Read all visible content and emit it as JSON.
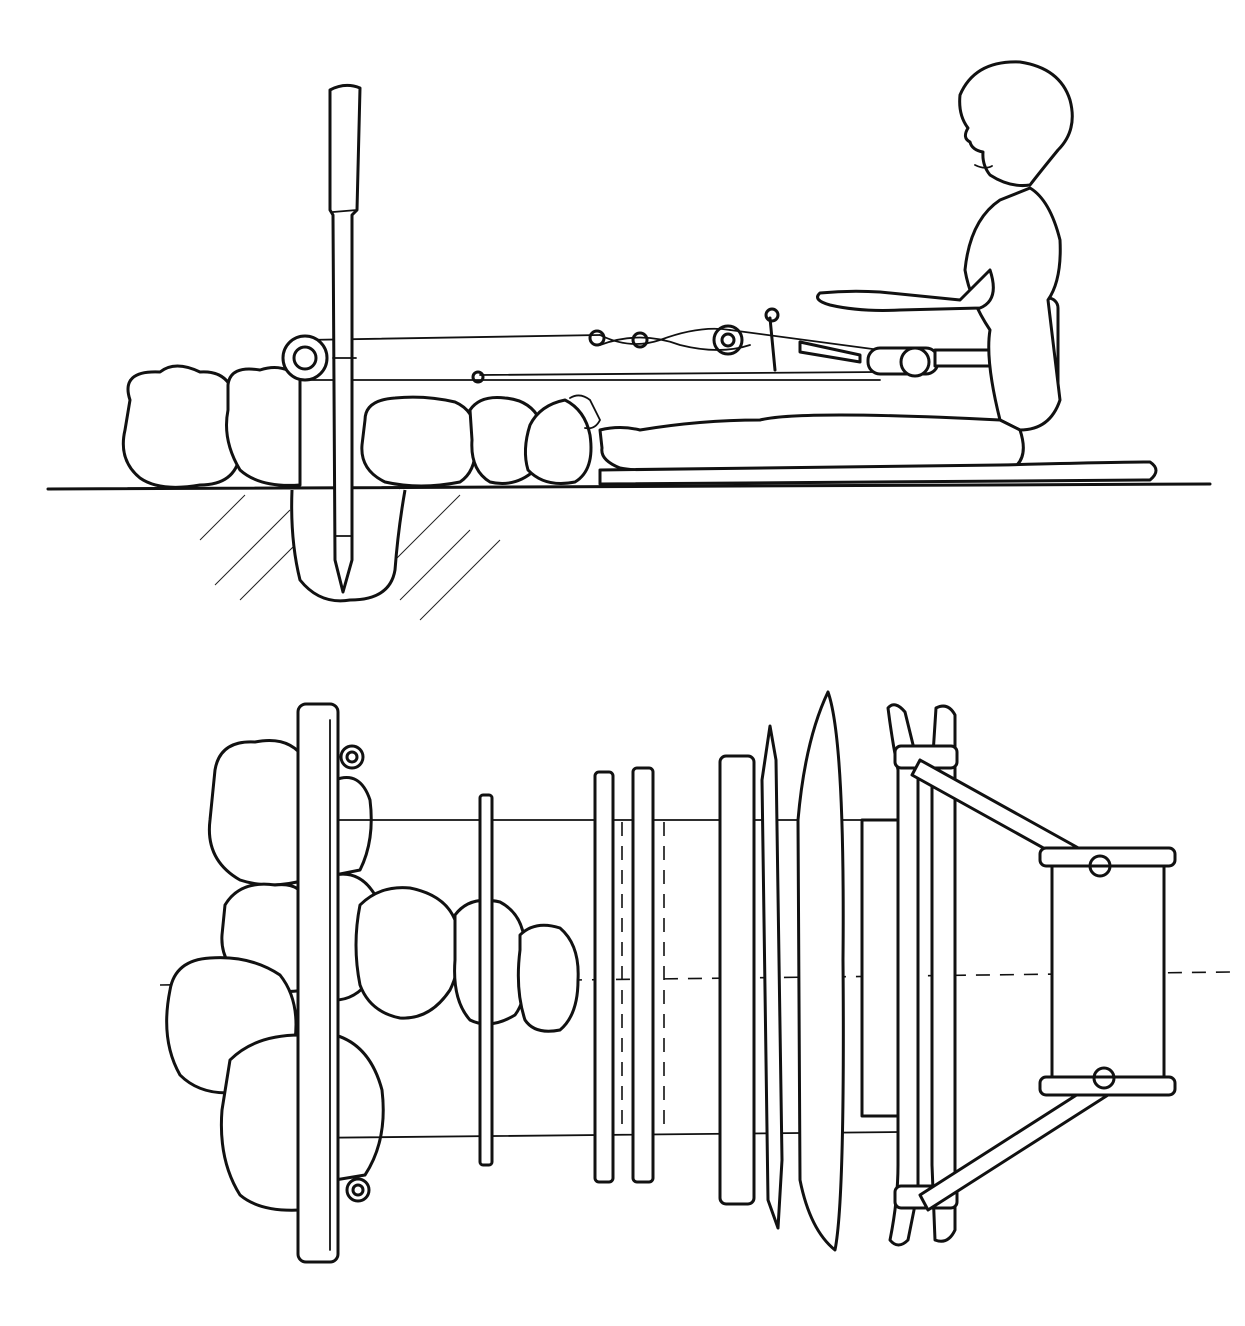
{
  "figure": {
    "views": [
      "side-view",
      "top-view"
    ],
    "ink_color": "#111111",
    "paper_color": "#ffffff"
  },
  "side_view": {
    "components": [
      "stake",
      "warp-beam",
      "stones",
      "warp-threads",
      "heddle-rod",
      "shed-rod",
      "sword",
      "cloth-beam",
      "backstrap",
      "weaver",
      "ground"
    ]
  },
  "top_view": {
    "components": [
      "stones",
      "warp-beam",
      "tie-loops",
      "lease-rod",
      "shed-rods",
      "heddle-stick",
      "sword",
      "woven-cloth",
      "breast-bars",
      "straps",
      "backstrap-pad",
      "center-line"
    ]
  }
}
